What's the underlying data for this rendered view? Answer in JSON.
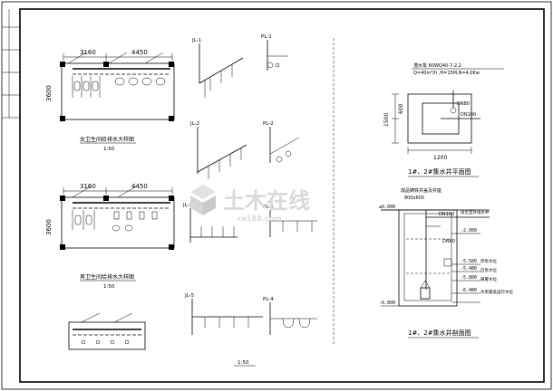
{
  "dims_top": [
    "3160",
    "4450"
  ],
  "dims_left": [
    "3600",
    "3600"
  ],
  "caption_1": "女卫生间给排水大样图",
  "caption_1_scale": "1:50",
  "caption_2": "男卫生间给排水大样图",
  "caption_2_scale": "1:50",
  "pump_model": "潜水泵 80WQ40-7-2.2",
  "pump_params": "Q=40m³/h ,H=15M,N=4.0Kw",
  "pit_plan": {
    "dims_left": [
      "1500",
      "600"
    ],
    "dim_bottom": "1200",
    "pipe_labels": [
      "DN80",
      "DN100"
    ],
    "caption": "1#、2#集水井平面图"
  },
  "pit_section": {
    "note": "成品铸铁井盖及井座",
    "cover_size": "800x600",
    "left_level": "±0.000",
    "label_dn100": "DN100",
    "label_dn80": "DN80",
    "label_outlet": "排至室外雨水井",
    "levels": [
      "-2.000",
      "-5.580",
      "-5.480",
      "-5.800",
      "-6.480",
      "-6.800"
    ],
    "level_notes": [
      "停泵水位",
      "启泵水位",
      "报警水位",
      "水泵最低运行水位"
    ],
    "caption": "1#、2#集水井剖面图"
  },
  "riser_labels": [
    "JL-1",
    "PL-1",
    "JL-2",
    "PL-2",
    "PL-3",
    "JL-3",
    "PL-4",
    "JL-5"
  ],
  "riser_scale": "1:50",
  "watermark": "土木在线",
  "watermark_sub": "co188.com"
}
